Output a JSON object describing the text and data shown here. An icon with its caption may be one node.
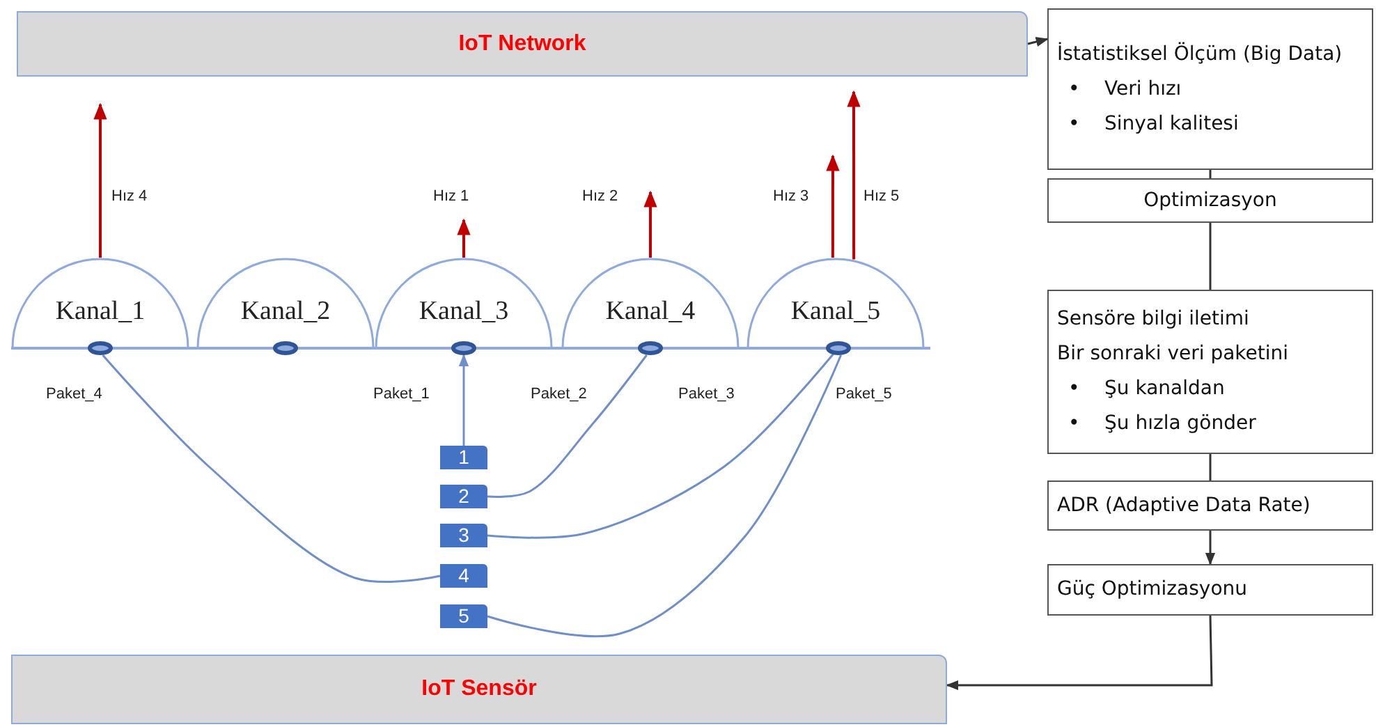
{
  "diagram": {
    "nodes": [
      {
        "text": [
          "IoT Network"
        ]
      },
      {
        "text": [
          "IoT Sensör"
        ]
      },
      {
        "text": [
          "İstatistiksel Ölçüm (Big Data)",
          "•",
          "Veri hızı",
          "•",
          "Sinyal kalitesi"
        ]
      },
      {
        "text": [
          "Optimizasyon"
        ]
      },
      {
        "text": [
          "Sensöre bilgi iletimi",
          "Bir sonraki veri paketini",
          "•",
          "Şu kanaldan",
          "•",
          "Şu hızla gönder"
        ]
      },
      {
        "text": [
          "ADR (Adaptive Data Rate)"
        ]
      },
      {
        "text": [
          "Güç Optimizasyonu"
        ]
      },
      {
        "text": [
          "Kanal_1"
        ]
      },
      {
        "text": [
          "Kanal_2"
        ]
      },
      {
        "text": [
          "Kanal_3"
        ]
      },
      {
        "text": [
          "Kanal_4"
        ]
      },
      {
        "text": [
          "Kanal_5"
        ]
      },
      {
        "text": [],
        "shape": "circle"
      },
      {
        "text": [],
        "shape": "circle"
      },
      {
        "text": [],
        "shape": "circle"
      },
      {
        "text": [],
        "shape": "circle"
      },
      {
        "text": [],
        "shape": "circle"
      },
      {
        "text": [
          "1"
        ]
      },
      {
        "text": [
          "2"
        ]
      },
      {
        "text": [
          "3"
        ]
      },
      {
        "text": [
          "4"
        ]
      },
      {
        "text": [
          "5"
        ]
      },
      {
        "text": [],
        "shape": "bar"
      }
    ],
    "edges": [
      {
        "from": 0,
        "to": 2,
        "arrow": "to"
      },
      {
        "from": 2,
        "to": 3,
        "arrow": "none"
      },
      {
        "from": 3,
        "to": 4,
        "arrow": "none"
      },
      {
        "from": 4,
        "to": 5,
        "arrow": "none"
      },
      {
        "from": 5,
        "to": 6,
        "arrow": "to"
      },
      {
        "from": 6,
        "to": 1,
        "arrow": "to"
      },
      {
        "from": 7,
        "to": 0,
        "arrow": "to",
        "label": "Hız 4",
        "color": "#c00000"
      },
      {
        "from": 9,
        "to": null,
        "arrow": "to",
        "label": "Hız 1",
        "color": "#c00000"
      },
      {
        "from": 10,
        "to": null,
        "arrow": "to",
        "label": "Hız 2",
        "color": "#c00000"
      },
      {
        "from": 11,
        "to": null,
        "arrow": "to",
        "label": "Hız 3",
        "color": "#c00000"
      },
      {
        "from": 11,
        "to": 0,
        "arrow": "to",
        "label": "Hız 5",
        "color": "#c00000"
      },
      {
        "from": 17,
        "to": 14,
        "arrow": "to",
        "label": "Paket_1",
        "color": "#6f8fc9"
      },
      {
        "from": 18,
        "to": 15,
        "arrow": "none",
        "label": "Paket_2",
        "color": "#6f8fc9"
      },
      {
        "from": 19,
        "to": 16,
        "arrow": "none",
        "label": "Paket_3",
        "color": "#6f8fc9"
      },
      {
        "from": 20,
        "to": 12,
        "arrow": "none",
        "label": "Paket_4",
        "color": "#6f8fc9"
      },
      {
        "from": 21,
        "to": 16,
        "arrow": "none",
        "label": "Paket_5",
        "color": "#6f8fc9"
      }
    ]
  }
}
